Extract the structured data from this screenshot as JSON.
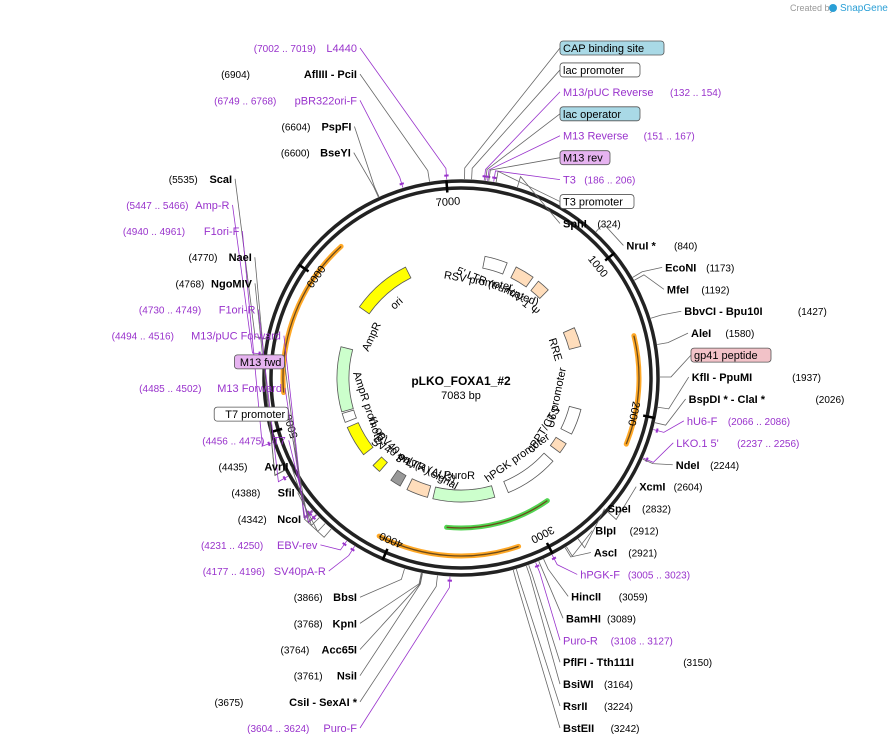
{
  "credit": {
    "prefix": "Created by",
    "brand": "SnapGene"
  },
  "plasmid": {
    "name": "pLKO_FOXA1_#2",
    "size_label": "7083 bp",
    "total_bp": 7083
  },
  "ticks": [
    "1000",
    "2000",
    "3000",
    "4000",
    "5000",
    "6000",
    "7000"
  ],
  "sites": [
    {
      "name": "PspFI",
      "pos": 6604,
      "pos_label": "(6604)",
      "type": "enzyme"
    },
    {
      "name": "BseYI",
      "pos": 6600,
      "pos_label": "(6600)",
      "type": "enzyme"
    },
    {
      "name": "AflIII  -  PciI",
      "pos": 6904,
      "pos_label": "(6904)",
      "type": "enzyme"
    },
    {
      "name": "L4440",
      "pos": 7002,
      "pos_label": "(7002 .. 7019)",
      "type": "primer"
    },
    {
      "name": "pBR322ori-F",
      "pos": 6749,
      "pos_label": "(6749 .. 6768)",
      "type": "primer"
    },
    {
      "name": "CAP binding site",
      "pos": 20,
      "pos_label": "",
      "type": "boxblue"
    },
    {
      "name": "lac promoter",
      "pos": 60,
      "pos_label": "",
      "type": "box"
    },
    {
      "name": "M13/pUC Reverse",
      "pos": 132,
      "pos_label": "(132 .. 154)",
      "type": "primer"
    },
    {
      "name": "lac operator",
      "pos": 140,
      "pos_label": "",
      "type": "boxblue"
    },
    {
      "name": "M13 Reverse",
      "pos": 151,
      "pos_label": "(151 .. 167)",
      "type": "primer"
    },
    {
      "name": "M13 rev",
      "pos": 158,
      "pos_label": "",
      "type": "boxpurple"
    },
    {
      "name": "T3",
      "pos": 186,
      "pos_label": "(186 .. 206)",
      "type": "primer"
    },
    {
      "name": "T3 promoter",
      "pos": 200,
      "pos_label": "",
      "type": "box"
    },
    {
      "name": "SphI",
      "pos": 324,
      "pos_label": "(324)",
      "type": "enzyme"
    },
    {
      "name": "NruI *",
      "pos": 840,
      "pos_label": "(840)",
      "type": "enzyme"
    },
    {
      "name": "EcoNI",
      "pos": 1173,
      "pos_label": "(1173)",
      "type": "enzyme"
    },
    {
      "name": "MfeI",
      "pos": 1192,
      "pos_label": "(1192)",
      "type": "enzyme"
    },
    {
      "name": "BbvCI  -  Bpu10I",
      "pos": 1427,
      "pos_label": "(1427)",
      "type": "enzyme"
    },
    {
      "name": "AleI",
      "pos": 1580,
      "pos_label": "(1580)",
      "type": "enzyme"
    },
    {
      "name": "gp41 peptide",
      "pos": 1765,
      "pos_label": "",
      "type": "boxpink"
    },
    {
      "name": "KflI  -  PpuMI",
      "pos": 1937,
      "pos_label": "(1937)",
      "type": "enzyme"
    },
    {
      "name": "BspDI *  -  ClaI *",
      "pos": 2026,
      "pos_label": "(2026)",
      "type": "enzyme"
    },
    {
      "name": "hU6-F",
      "pos": 2066,
      "pos_label": "(2066 .. 2086)",
      "type": "primer"
    },
    {
      "name": "LKO.1 5'",
      "pos": 2237,
      "pos_label": "(2237 .. 2256)",
      "type": "primer"
    },
    {
      "name": "NdeI",
      "pos": 2244,
      "pos_label": "(2244)",
      "type": "enzyme"
    },
    {
      "name": "XcmI",
      "pos": 2604,
      "pos_label": "(2604)",
      "type": "enzyme"
    },
    {
      "name": "SpeI",
      "pos": 2832,
      "pos_label": "(2832)",
      "type": "enzyme"
    },
    {
      "name": "BlpI",
      "pos": 2912,
      "pos_label": "(2912)",
      "type": "enzyme"
    },
    {
      "name": "AscI",
      "pos": 2921,
      "pos_label": "(2921)",
      "type": "enzyme"
    },
    {
      "name": "hPGK-F",
      "pos": 3005,
      "pos_label": "(3005 .. 3023)",
      "type": "primer"
    },
    {
      "name": "HincII",
      "pos": 3059,
      "pos_label": "(3059)",
      "type": "enzyme"
    },
    {
      "name": "BamHI",
      "pos": 3089,
      "pos_label": "(3089)",
      "type": "enzyme"
    },
    {
      "name": "Puro-R",
      "pos": 3108,
      "pos_label": "(3108 .. 3127)",
      "type": "primer"
    },
    {
      "name": "PflFI  -  Tth111I",
      "pos": 3150,
      "pos_label": "(3150)",
      "type": "enzyme"
    },
    {
      "name": "BsiWI",
      "pos": 3164,
      "pos_label": "(3164)",
      "type": "enzyme"
    },
    {
      "name": "RsrII",
      "pos": 3224,
      "pos_label": "(3224)",
      "type": "enzyme"
    },
    {
      "name": "BstEII",
      "pos": 3242,
      "pos_label": "(3242)",
      "type": "enzyme"
    },
    {
      "name": "Puro-F",
      "pos": 3604,
      "pos_label": "(3604 .. 3624)",
      "type": "primer"
    },
    {
      "name": "CsiI  -  SexAI *",
      "pos": 3675,
      "pos_label": "(3675)",
      "type": "enzyme"
    },
    {
      "name": "NsiI",
      "pos": 3761,
      "pos_label": "(3761)",
      "type": "enzyme"
    },
    {
      "name": "Acc65I",
      "pos": 3764,
      "pos_label": "(3764)",
      "type": "enzyme"
    },
    {
      "name": "KpnI",
      "pos": 3768,
      "pos_label": "(3768)",
      "type": "enzyme"
    },
    {
      "name": "BbsI",
      "pos": 3866,
      "pos_label": "(3866)",
      "type": "enzyme"
    },
    {
      "name": "SV40pA-R",
      "pos": 4177,
      "pos_label": "(4177 .. 4196)",
      "type": "primer"
    },
    {
      "name": "EBV-rev",
      "pos": 4231,
      "pos_label": "(4231 .. 4250)",
      "type": "primer"
    },
    {
      "name": "NcoI",
      "pos": 4342,
      "pos_label": "(4342)",
      "type": "enzyme"
    },
    {
      "name": "SfiI",
      "pos": 4388,
      "pos_label": "(4388)",
      "type": "enzyme"
    },
    {
      "name": "AvrII",
      "pos": 4435,
      "pos_label": "(4435)",
      "type": "enzyme"
    },
    {
      "name": "T7 promoter",
      "pos": 4460,
      "pos_label": "",
      "type": "box"
    },
    {
      "name": "T7",
      "pos": 4456,
      "pos_label": "(4456 .. 4475)",
      "type": "primer"
    },
    {
      "name": "M13 fwd",
      "pos": 4490,
      "pos_label": "",
      "type": "boxpurple"
    },
    {
      "name": "M13 Forward",
      "pos": 4485,
      "pos_label": "(4485 .. 4502)",
      "type": "primer"
    },
    {
      "name": "M13/pUC Forward",
      "pos": 4494,
      "pos_label": "(4494 .. 4516)",
      "type": "primer"
    },
    {
      "name": "F1ori-R",
      "pos": 4730,
      "pos_label": "(4730 .. 4749)",
      "type": "primer"
    },
    {
      "name": "NgoMIV",
      "pos": 4768,
      "pos_label": "(4768)",
      "type": "enzyme"
    },
    {
      "name": "NaeI",
      "pos": 4770,
      "pos_label": "(4770)",
      "type": "enzyme"
    },
    {
      "name": "F1ori-F",
      "pos": 4940,
      "pos_label": "(4940 .. 4961)",
      "type": "primer"
    },
    {
      "name": "Amp-R",
      "pos": 5447,
      "pos_label": "(5447 .. 5466)",
      "type": "primer"
    },
    {
      "name": "ScaI",
      "pos": 5535,
      "pos_label": "(5535)",
      "type": "enzyme"
    }
  ],
  "features": [
    {
      "name": "ori",
      "start": 6000,
      "end": 6560,
      "color": "#ffff00",
      "label_pos": 6280
    },
    {
      "name": "AmpR",
      "start": 5600,
      "end": 5000,
      "color": "#ccffcc",
      "label_pos": 5800
    },
    {
      "name": "AmpR promoter",
      "start": 4985,
      "end": 4900,
      "color": "#ffffff",
      "label_pos": 4950
    },
    {
      "name": "f1 ori",
      "start": 4850,
      "end": 4560,
      "color": "#ffff00",
      "label_pos": 4700
    },
    {
      "name": "SV40 ori",
      "start": 4430,
      "end": 4350,
      "color": "#ffff00",
      "label_pos": 4400
    },
    {
      "name": "SV40 poly(A) signal",
      "start": 4220,
      "end": 4120,
      "color": "#999999",
      "label_pos": 4100
    },
    {
      "name": "3' LTR (ΔU3)",
      "start": 4050,
      "end": 3850,
      "color": "#ffddbb",
      "label_pos": 3960
    },
    {
      "name": "PuroR",
      "start": 3800,
      "end": 3230,
      "color": "#ccffcc",
      "label_pos": 3560
    },
    {
      "name": "hPGK promoter",
      "start": 3100,
      "end": 2600,
      "color": "#ffffff",
      "label_pos": 2850
    },
    {
      "name": "cPPT/CTS",
      "start": 2500,
      "end": 2400,
      "color": "#ffddbb",
      "label_pos": 2400
    },
    {
      "name": "U6 promoter",
      "start": 2300,
      "end": 2060,
      "color": "#ffffff",
      "label_pos": 2000
    },
    {
      "name": "RRE",
      "start": 1480,
      "end": 1300,
      "color": "#ffddbb",
      "label_pos": 1440
    },
    {
      "name": "HIV-1 Ψ",
      "start": 880,
      "end": 760,
      "color": "#ffddbb",
      "label_pos": 760
    },
    {
      "name": "5' LTR (truncated)",
      "start": 700,
      "end": 520,
      "color": "#ffddbb",
      "label_pos": 430
    },
    {
      "name": "RSV promoter",
      "start": 430,
      "end": 220,
      "color": "#ffffff",
      "label_pos": 200
    }
  ],
  "orf_arcs": [
    {
      "name": "orf-outer-right",
      "start": 1500,
      "end": 2200,
      "color": "#ff9900"
    },
    {
      "name": "orf-outer-bottom",
      "start": 3170,
      "end": 4080,
      "color": "#ff9900"
    },
    {
      "name": "orf-outer-left",
      "start": 5220,
      "end": 6250,
      "color": "#ff9900"
    },
    {
      "name": "orf-inner-green",
      "start": 2850,
      "end": 3650,
      "color": "#33cc33"
    }
  ]
}
